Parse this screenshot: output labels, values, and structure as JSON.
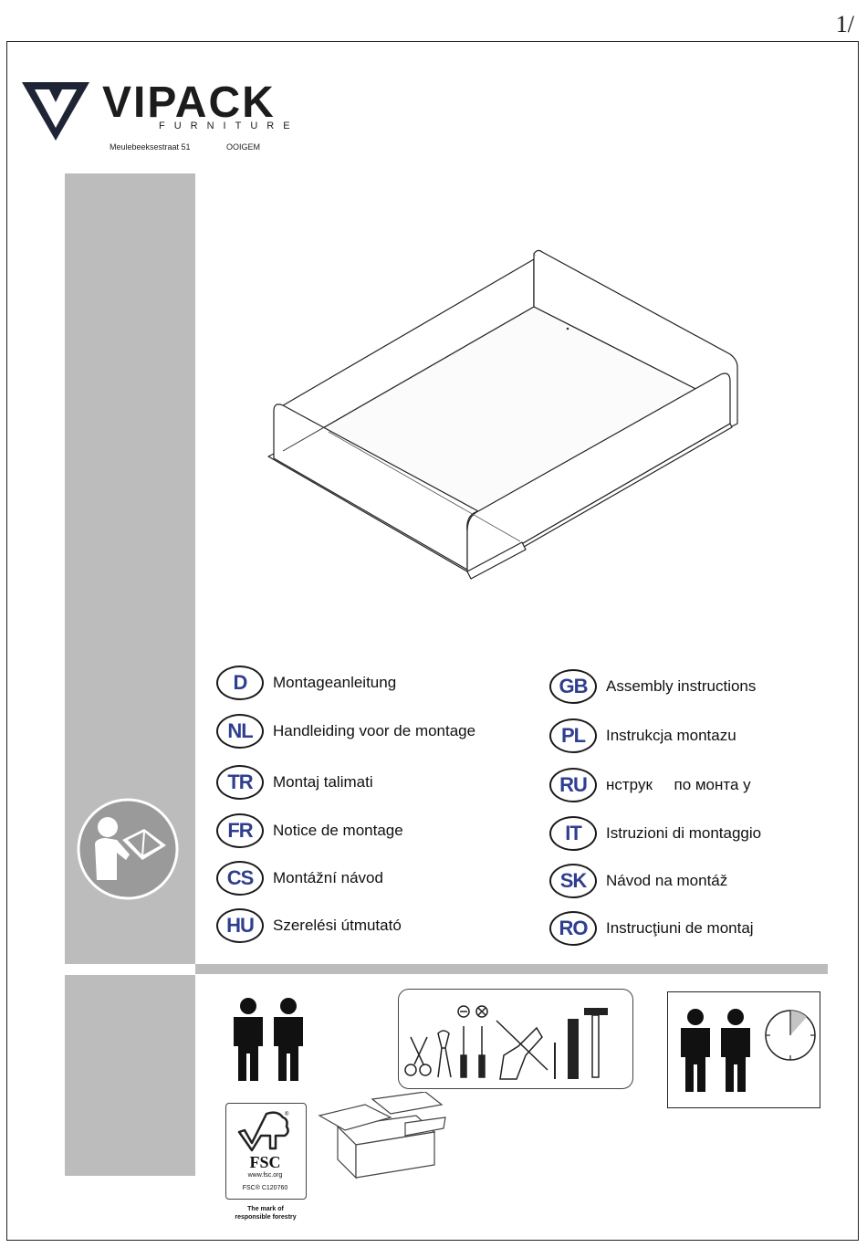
{
  "page_number": "1/",
  "brand": {
    "name": "VIPACK",
    "sub": "FURNITURE",
    "address": "Meulebeeksestraat 51",
    "city": "OOIGEM"
  },
  "languages_left": [
    {
      "code": "D",
      "text": "Montageanleitung"
    },
    {
      "code": "NL",
      "text": "Handleiding voor de montage"
    },
    {
      "code": "TR",
      "text": "Montaj talimati"
    },
    {
      "code": "FR",
      "text": "Notice de montage"
    },
    {
      "code": "CS",
      "text": "Montážní návod"
    },
    {
      "code": "HU",
      "text": "Szerelési  útmutató"
    }
  ],
  "languages_right": [
    {
      "code": "GB",
      "text": "Assembly instructions"
    },
    {
      "code": "PL",
      "text": "Instrukcja montazu"
    },
    {
      "code": "RU",
      "text": "нструк     по монта у"
    },
    {
      "code": "IT",
      "text": "Istruzioni di montaggio"
    },
    {
      "code": "SK",
      "text": "Návod na montáž"
    },
    {
      "code": "RO",
      "text": "Instrucţiuni de montaj"
    }
  ],
  "fsc": {
    "word": "FSC",
    "url": "www.fsc.org",
    "code": "FSC® C120760",
    "mark_line1": "The mark of",
    "mark_line2": "responsible forestry"
  },
  "colors": {
    "badge_text": "#2f3f8f",
    "panel_gray": "#bcbcbc"
  },
  "icons": [
    "read-manual-icon",
    "two-persons-icon",
    "scissors-icon",
    "pliers-icon",
    "screwdriver-minus-icon",
    "screwdriver-cross-icon",
    "drill-crossed-icon",
    "ruler-icon",
    "pencil-icon",
    "hammer-icon",
    "toolbox-icon",
    "clock-icon",
    "fsc-tree-icon"
  ]
}
